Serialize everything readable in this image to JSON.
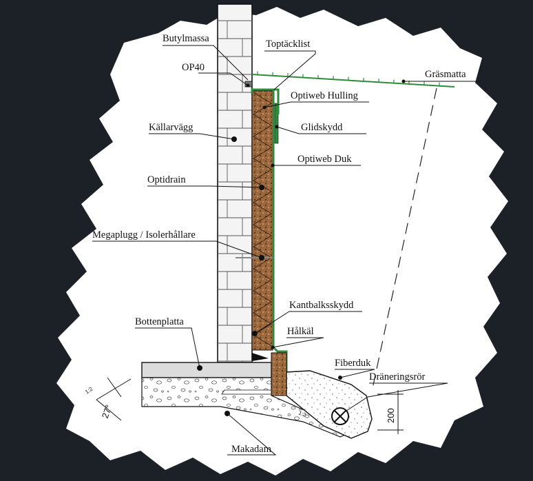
{
  "colors": {
    "background": "#1b2127",
    "paper": "#ffffff",
    "membrane": "#2f8a3a",
    "drain_fill": "#9c6a3e",
    "concrete": "#dcdcdc",
    "wall": "#f4f4f4"
  },
  "labels": {
    "butylmassa": "Butylmassa",
    "toptacklist": "Toptäcklist",
    "op40": "OP40",
    "grasmatta": "Gräsmatta",
    "optiweb_hulling": "Optiweb Hulling",
    "kallarvagg": "Källarvägg",
    "glidskydd": "Glidskydd",
    "optiweb_duk": "Optiweb Duk",
    "optidrain": "Optidrain",
    "megaplugg": "Megaplugg / Isolerhållare",
    "kantbalksskydd": "Kantbalksskydd",
    "bottenplatta": "Bottenplatta",
    "halkal": "Hålkäl",
    "fiberduk": "Fiberduk",
    "draneringsror": "Dräneringsrör",
    "makadam": "Makadam"
  },
  "dimensions": {
    "angle": "27°",
    "slope_left": "1:2",
    "slope_right": "1:2",
    "height": "200"
  }
}
